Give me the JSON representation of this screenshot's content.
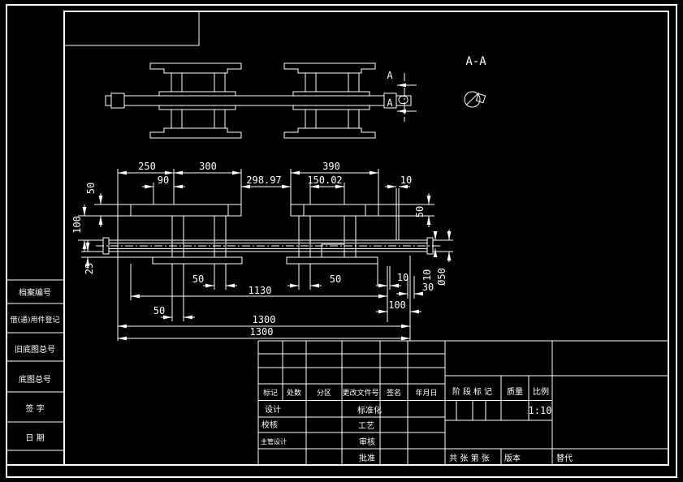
{
  "colors": {
    "background": "#000000",
    "line": "#ffffff"
  },
  "views": {
    "section_view_label": "A-A",
    "section_cut_label_top": "A",
    "section_cut_label_bottom": "A"
  },
  "dims": {
    "d250": "250",
    "d300": "300",
    "d390": "390",
    "d90": "90",
    "d29897": "298.97",
    "d15002": "150.02",
    "d10top": "10",
    "l50": "50",
    "l100": "100",
    "l25": "25",
    "r50": "50",
    "r10": "10",
    "rphi50": "Ø50",
    "r30": "30",
    "r100": "100",
    "b50a": "50",
    "b50b": "50",
    "b10": "10",
    "b1130": "1130",
    "b50c": "50",
    "b1300a": "1300",
    "b1300b": "1300"
  },
  "title_block": {
    "header": {
      "mark": "标记",
      "count": "处数",
      "zone": "分区",
      "doc_no": "更改文件号",
      "sign": "签名",
      "date": "年月日"
    },
    "roles": {
      "design": "设计",
      "check": "校核",
      "chief": "主管设计",
      "standard": "标准化",
      "process": "工艺",
      "audit": "审核",
      "approve": "批准"
    },
    "stage_mark": "阶段标记",
    "weight": "质量",
    "scale_label": "比例",
    "scale_value": "1:10",
    "sheets": "共 张 第 张",
    "version": "版本",
    "replace": "替代"
  },
  "margin_strip": {
    "r1": "档案编号",
    "r2": "借(通)用件登记",
    "r3": "旧底图总号",
    "r4": "底图总号",
    "r5": "签  字",
    "r6": "日  期"
  }
}
